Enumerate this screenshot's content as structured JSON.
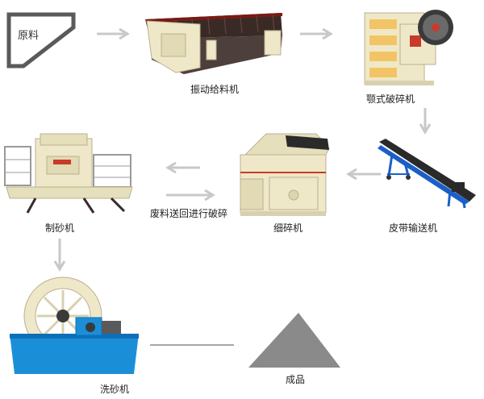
{
  "raw_material": {
    "label": "原料"
  },
  "stages": {
    "vibrating_feeder": "振动给料机",
    "jaw_crusher": "颚式破碎机",
    "belt_conveyor": "皮带输送机",
    "fine_crusher": "细碎机",
    "sand_maker": "制砂机",
    "sand_washer": "洗砂机",
    "product": "成品"
  },
  "return_note": "废料送回进行破碎",
  "colors": {
    "arrow": "#c8c8c8",
    "frame": "#5a5a5a",
    "machine_cream": "#efe8c8",
    "machine_dark": "#3a2a26",
    "washer_blue": "#1a8fd8",
    "product_gray": "#8a8a8a"
  }
}
